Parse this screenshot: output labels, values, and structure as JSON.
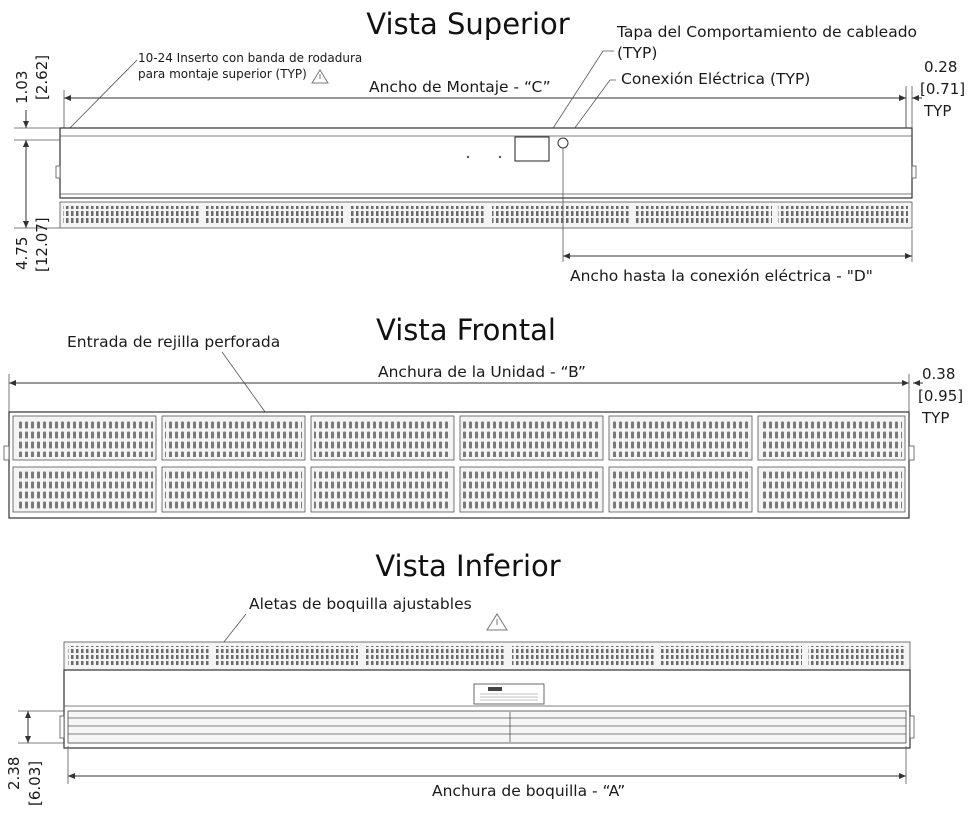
{
  "views": {
    "top": {
      "title": "Vista Superior",
      "insert_label_1": "10-24 Inserto con banda de rodadura",
      "insert_label_2": "para montaje superior (TYP)",
      "mounting_width": "Ancho de Montaje  -  “C”",
      "wiring_cover_1": "Tapa del Comportamiento de cableado",
      "wiring_cover_2": "(TYP)",
      "electrical_connection": "Conexión Eléctrica (TYP)",
      "width_to_connection": "Ancho hasta la conexión eléctrica - \"D\"",
      "dim_left_top_in": "1.03",
      "dim_left_top_cm": "[2.62]",
      "dim_left_bottom_in": "4.75",
      "dim_left_bottom_cm": "[12.07]",
      "dim_right_in": "0.28",
      "dim_right_cm": "[0.71]",
      "dim_right_typ": "TYP"
    },
    "front": {
      "title": "Vista Frontal",
      "grille_label": "Entrada de rejilla perforada",
      "unit_width": "Anchura de la Unidad - “B”",
      "dim_right_in": "0.38",
      "dim_right_cm": "[0.95]",
      "dim_right_typ": "TYP"
    },
    "bottom": {
      "title": "Vista Inferior",
      "vanes_label": "Aletas de boquilla ajustables",
      "nozzle_width": "Anchura de boquilla - “A”",
      "dim_left_in": "2.38",
      "dim_left_cm": "[6.03]"
    }
  },
  "icons": [
    "warning-triangle-icon",
    "warning-triangle-icon"
  ]
}
